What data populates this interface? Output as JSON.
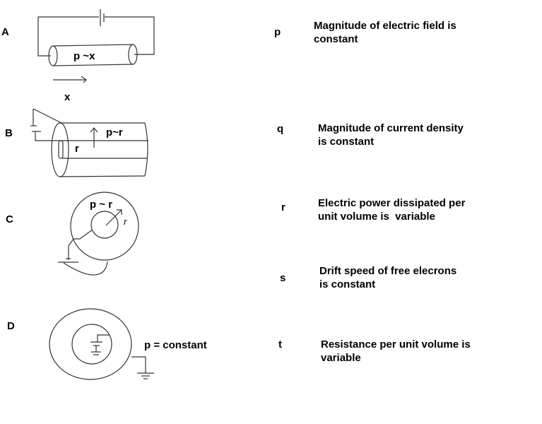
{
  "columns": {
    "list_i": [
      {
        "label": "A",
        "annotation": "p ~x",
        "axis_label": "x"
      },
      {
        "label": "B",
        "annotation": "p~r",
        "radius_label": "r"
      },
      {
        "label": "C",
        "annotation": "p ~ r",
        "radius_label": "r"
      },
      {
        "label": "D",
        "annotation": "p = constant"
      }
    ],
    "list_ii": [
      {
        "label": "p",
        "line1": "Magnitude of electric field is",
        "line2": "constant"
      },
      {
        "label": "q",
        "line1": "Magnitude of current density",
        "line2": "is constant"
      },
      {
        "label": "r",
        "line1": "Electric power dissipated per",
        "line2": "unit volume is  variable"
      },
      {
        "label": "s",
        "line1": "Drift speed of free elecrons",
        "line2": "is constant"
      },
      {
        "label": "t",
        "line1": "Resistance per unit volume is",
        "line2": "variable"
      }
    ]
  },
  "colors": {
    "stroke": "#333333",
    "text": "#000000",
    "background": "#ffffff"
  }
}
